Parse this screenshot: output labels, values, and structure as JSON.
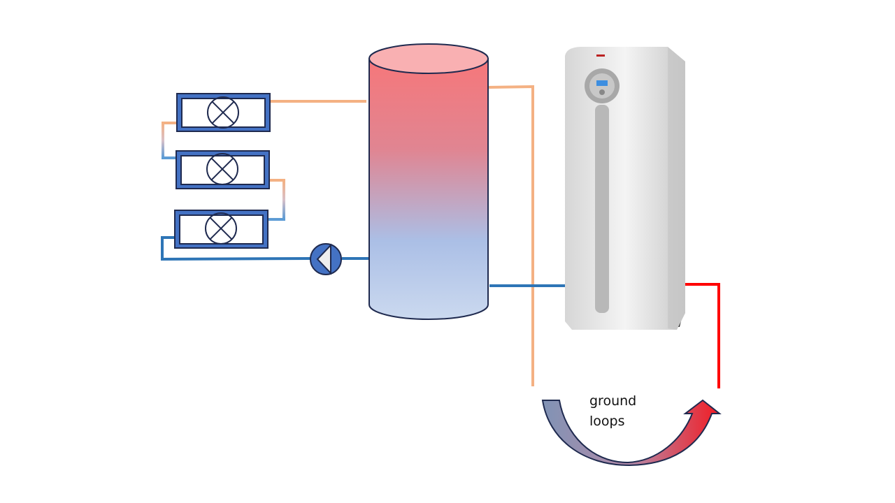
{
  "diagram": {
    "ground_label_line1": "ground",
    "ground_label_line2": "loops",
    "colors": {
      "hot_pipe": "#f4b183",
      "cold_pipe": "#2e75b6",
      "ground_return": "#ff0000",
      "radiator_frame": "#4472c4",
      "outline": "#1f2a4f",
      "tank_top": "#f4777a",
      "tank_bottom": "#c9d8ee"
    },
    "components": [
      "radiator",
      "radiator",
      "radiator",
      "circulation-pump",
      "buffer-tank",
      "heat-pump",
      "ground-loop-arrow"
    ]
  }
}
